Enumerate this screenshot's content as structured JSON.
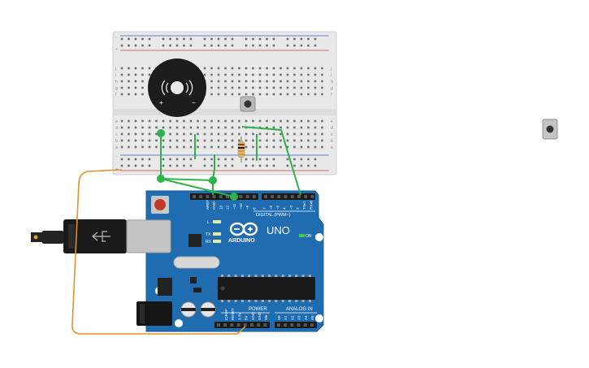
{
  "arduino": {
    "brand": "ARDUINO",
    "model": "UNO",
    "on_label": "ON",
    "digital_label": "DIGITAL (PWM~)",
    "power_label": "POWER",
    "analog_label": "ANALOG IN",
    "led_l": "L",
    "led_tx": "TX",
    "led_rx": "RX",
    "top_pins": [
      "AREF",
      "GND",
      "13",
      "12",
      "~11",
      "~10",
      "~9",
      "8",
      "7",
      "~6",
      "~5",
      "4",
      "~3",
      "2",
      "TX▸1",
      "RX◂0"
    ],
    "power_pins": [
      "IOREF",
      "RESET",
      "3.3V",
      "5V",
      "GND",
      "GND",
      "Vin"
    ],
    "analog_pins": [
      "A0",
      "A1",
      "A2",
      "A3",
      "A4",
      "A5"
    ]
  },
  "breadboard": {
    "rows": [
      "a",
      "b",
      "c",
      "d",
      "e",
      "f",
      "g",
      "h",
      "i",
      "j"
    ],
    "rail_plus": "+",
    "rail_minus": "-",
    "buzzer_plus": "+",
    "buzzer_minus": "−"
  },
  "colors": {
    "wire_green": "#2db34a",
    "wire_orange": "#e8902a",
    "board_blue": "#1f6cb0",
    "breadboard": "#e9e9e9",
    "rail_red": "#d33a3a",
    "rail_blue": "#2b62c9"
  }
}
